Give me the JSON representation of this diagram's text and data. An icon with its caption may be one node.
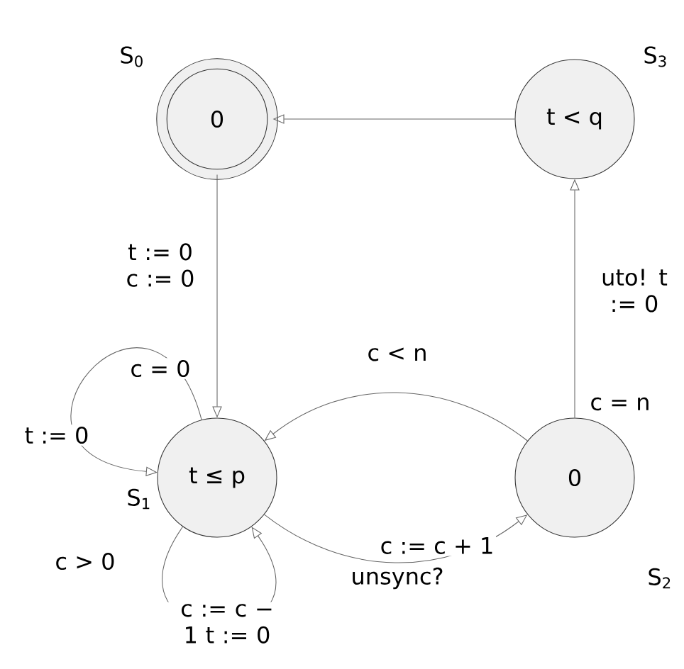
{
  "diagram": {
    "nodes": [
      {
        "text": [
          "0"
        ],
        "beside": [
          "S$_{0}$"
        ]
      },
      {
        "text": [
          "t ≤ p"
        ],
        "beside": [
          "S$_{1}$"
        ]
      },
      {
        "text": [
          "0"
        ],
        "beside": [
          "S$_{2}$"
        ]
      },
      {
        "text": [
          "t < q"
        ],
        "beside": [
          "S$_{3}$"
        ]
      }
    ],
    "edges": [
      {
        "from": 3,
        "to": 0,
        "arrow": "to"
      },
      {
        "from": 0,
        "to": 1,
        "arrow": "to",
        "label": "t := 0 c := 0"
      },
      {
        "from": 1,
        "to": 1,
        "arrow": "to",
        "label": "c = 0"
      },
      {
        "from": 1,
        "to": 1,
        "arrow": "to",
        "label": "c > 0"
      },
      {
        "from": 2,
        "to": 1,
        "arrow": "to",
        "label": "c < n"
      },
      {
        "from": 1,
        "to": 2,
        "arrow": "to",
        "label": "c := c + 1"
      },
      {
        "from": 2,
        "to": 3,
        "arrow": "to",
        "label": "c = n"
      }
    ],
    "labels": [
      "t := 0",
      "c := c − 1 t := 0",
      "unsync?",
      "uto! t := 0"
    ]
  }
}
